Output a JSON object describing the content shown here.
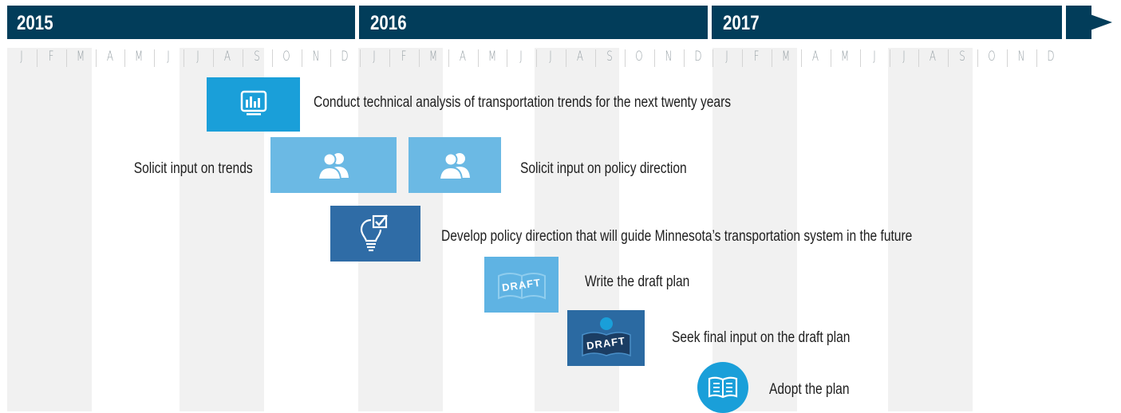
{
  "years": [
    "2015",
    "2016",
    "2017"
  ],
  "months": [
    "J",
    "F",
    "M",
    "A",
    "M",
    "J",
    "J",
    "A",
    "S",
    "O",
    "N",
    "D"
  ],
  "colors": {
    "year_bar": "#023d5a",
    "stripe": "#f1f1f1",
    "month_text": "#9aa3a8",
    "analysis": "#1a9fd9",
    "input": "#6bb9e4",
    "policy": "#2f6ca6",
    "draft": "#5fb3e3",
    "final": "#2b6aa2",
    "adopt": "#1a9fd9"
  },
  "tasks": [
    {
      "label": "Conduct technical analysis of transportation trends for the next twenty years",
      "icon": "monitor-chart-icon"
    },
    {
      "label": "Solicit input on trends",
      "icon": "people-icon"
    },
    {
      "label": "Solicit input on policy direction",
      "icon": "people-icon"
    },
    {
      "label": "Develop policy direction that will guide Minnesota’s transportation system in the future",
      "icon": "lightbulb-check-icon"
    },
    {
      "label": "Write the draft plan",
      "icon": "draft-book-icon",
      "badge": "DRAFT"
    },
    {
      "label": "Seek final input on the draft plan",
      "icon": "draft-book-person-icon",
      "badge": "DRAFT"
    },
    {
      "label": "Adopt the plan",
      "icon": "open-book-icon"
    }
  ]
}
